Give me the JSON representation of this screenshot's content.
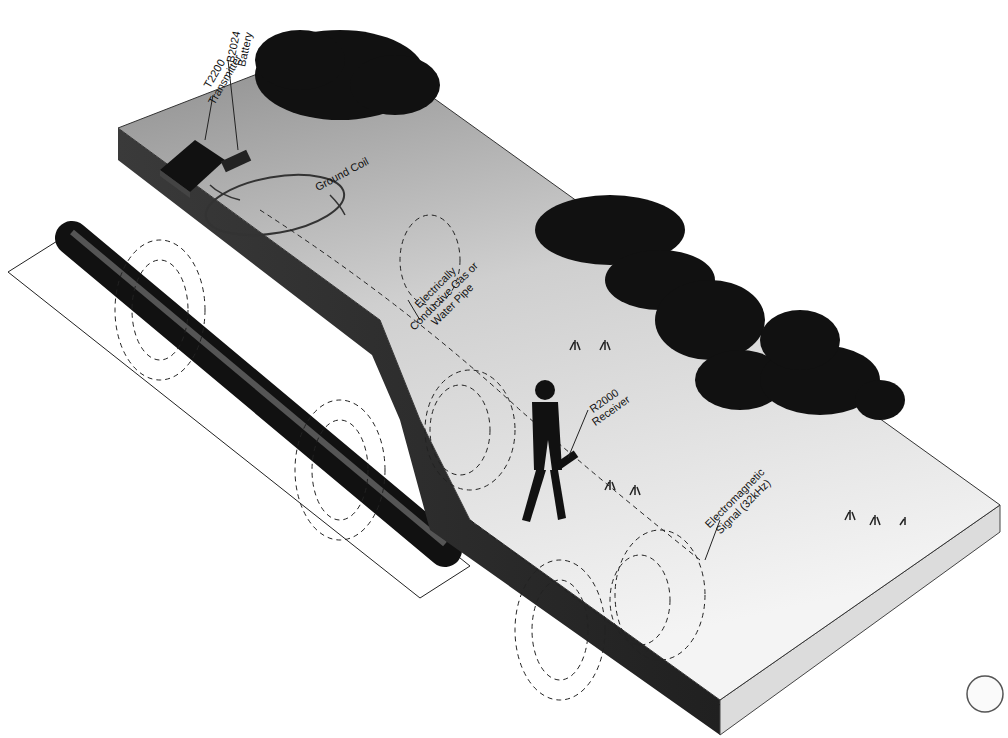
{
  "diagram": {
    "labels": [
      "B2024 Battery",
      "T2200 Transmitter",
      "Ground Coil",
      "Electrically Conductive Gas or Water Pipe",
      "R2000 Receiver",
      "Electromagnetic Signal (32kHz)"
    ]
  }
}
